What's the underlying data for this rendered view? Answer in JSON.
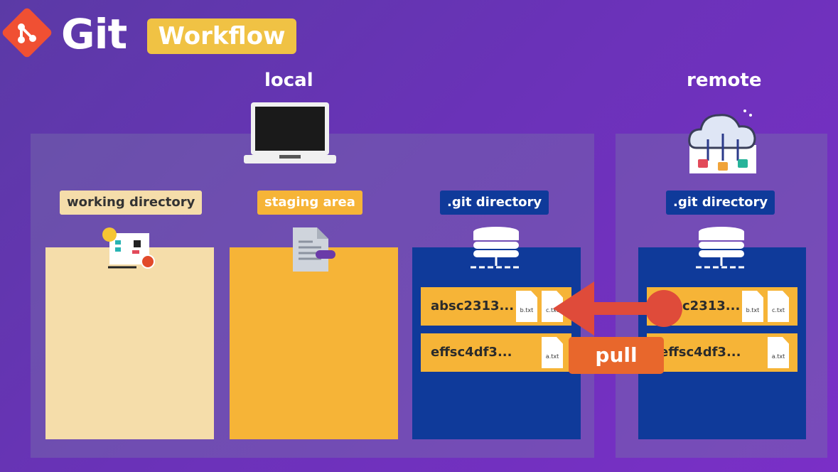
{
  "header": {
    "logo_text": "Git",
    "tag_label": "Workflow"
  },
  "sections": {
    "local": {
      "title": "local"
    },
    "remote": {
      "title": "remote"
    }
  },
  "local_areas": [
    {
      "label": "working directory"
    },
    {
      "label": "staging area"
    },
    {
      "label": ".git directory"
    }
  ],
  "remote_area": {
    "label": ".git directory"
  },
  "commits": {
    "local": [
      {
        "hash": "absc2313...",
        "files": [
          "b.txt",
          "c.txt"
        ]
      },
      {
        "hash": "effsc4df3...",
        "files": [
          "a.txt"
        ]
      }
    ],
    "remote": [
      {
        "hash": "c2313...",
        "files": [
          "b.txt",
          "c.txt"
        ]
      },
      {
        "hash": "effsc4df3...",
        "files": [
          "a.txt"
        ]
      }
    ]
  },
  "action": {
    "label": "pull"
  },
  "colors": {
    "git_red": "#f05033",
    "working_dir": "#f5ddaa",
    "staging": "#f6b437",
    "git_dir": "#0f3a9a",
    "arrow": "#df4b3a",
    "pull": "#e8672c"
  },
  "icons": [
    "git-logo-icon",
    "laptop-icon",
    "cloud-icon",
    "lightbulb-icon",
    "document-icon",
    "database-icon",
    "file-icon",
    "arrow-left-icon"
  ]
}
